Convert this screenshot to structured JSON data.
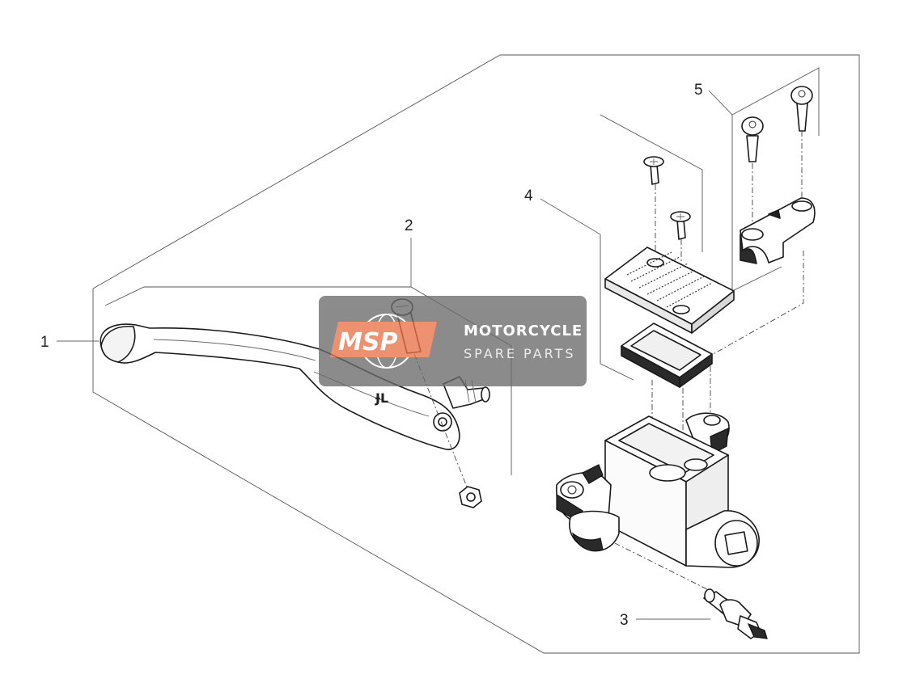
{
  "watermark": {
    "logo_text": "MSP",
    "title": "MOTORCYCLE",
    "subtitle": "SPARE PARTS",
    "logo_color": "#e8734a",
    "panel_color": "#6b6b6b"
  },
  "callouts": [
    {
      "id": "1",
      "label": "1"
    },
    {
      "id": "2",
      "label": "2"
    },
    {
      "id": "3",
      "label": "3"
    },
    {
      "id": "4",
      "label": "4"
    },
    {
      "id": "5",
      "label": "5"
    }
  ]
}
